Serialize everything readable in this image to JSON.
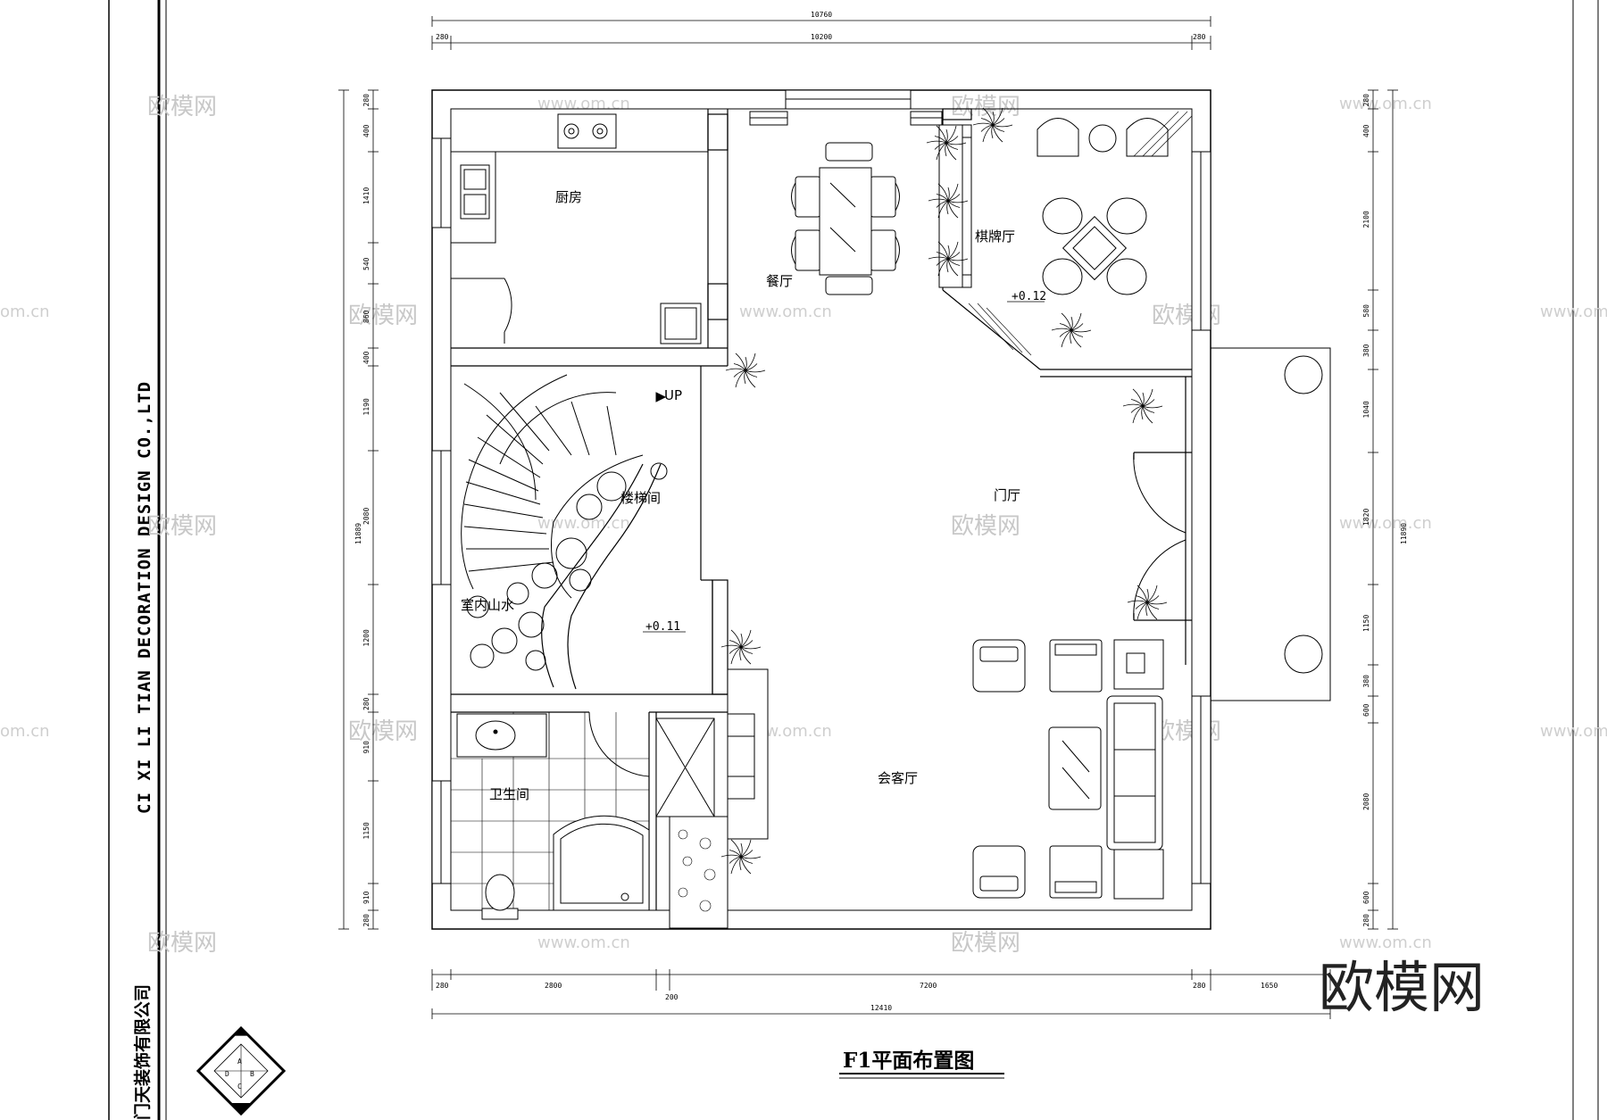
{
  "company": {
    "name_en": "CI XI LI TIAN DECORATION DESIGN CO.,LTD",
    "name_cn": "门天装饰有限公司"
  },
  "drawing_title": "F1平面布置图",
  "rooms": {
    "kitchen": "厨房",
    "dining": "餐厅",
    "chess_room": "棋牌厅",
    "stairwell": "楼梯间",
    "foyer": "门厅",
    "indoor_landscape": "室内山水",
    "bathroom": "卫生间",
    "living_room": "会客厅"
  },
  "labels": {
    "up": "UP",
    "level_chess": "+0.12",
    "level_stair": "+0.11"
  },
  "dimensions": {
    "top_overall": "10760",
    "top_inner": "10200",
    "top_left": "280",
    "top_right": "280",
    "bottom_overall": "12410",
    "bottom": [
      "280",
      "2800",
      "200",
      "7200",
      "280",
      "1650"
    ],
    "left_overall": "11889",
    "left": [
      "280",
      "400",
      "1410",
      "540",
      "860",
      "400",
      "1190",
      "2080",
      "1200",
      "280",
      "910",
      "1150",
      "910",
      "280"
    ],
    "right_overall": "11890",
    "right": [
      "280",
      "400",
      "2100",
      "580",
      "380",
      "1040",
      "1820",
      "1150",
      "380",
      "600",
      "2080",
      "600",
      "280"
    ]
  },
  "compass": {
    "letters": [
      "A",
      "B",
      "C",
      "D"
    ]
  },
  "watermark": {
    "brand": "欧模网",
    "url": "www.om.cn",
    "url_partial": "om.cn"
  },
  "colors": {
    "line": "#000000",
    "watermark": "#c8c8c8",
    "background": "#ffffff"
  }
}
